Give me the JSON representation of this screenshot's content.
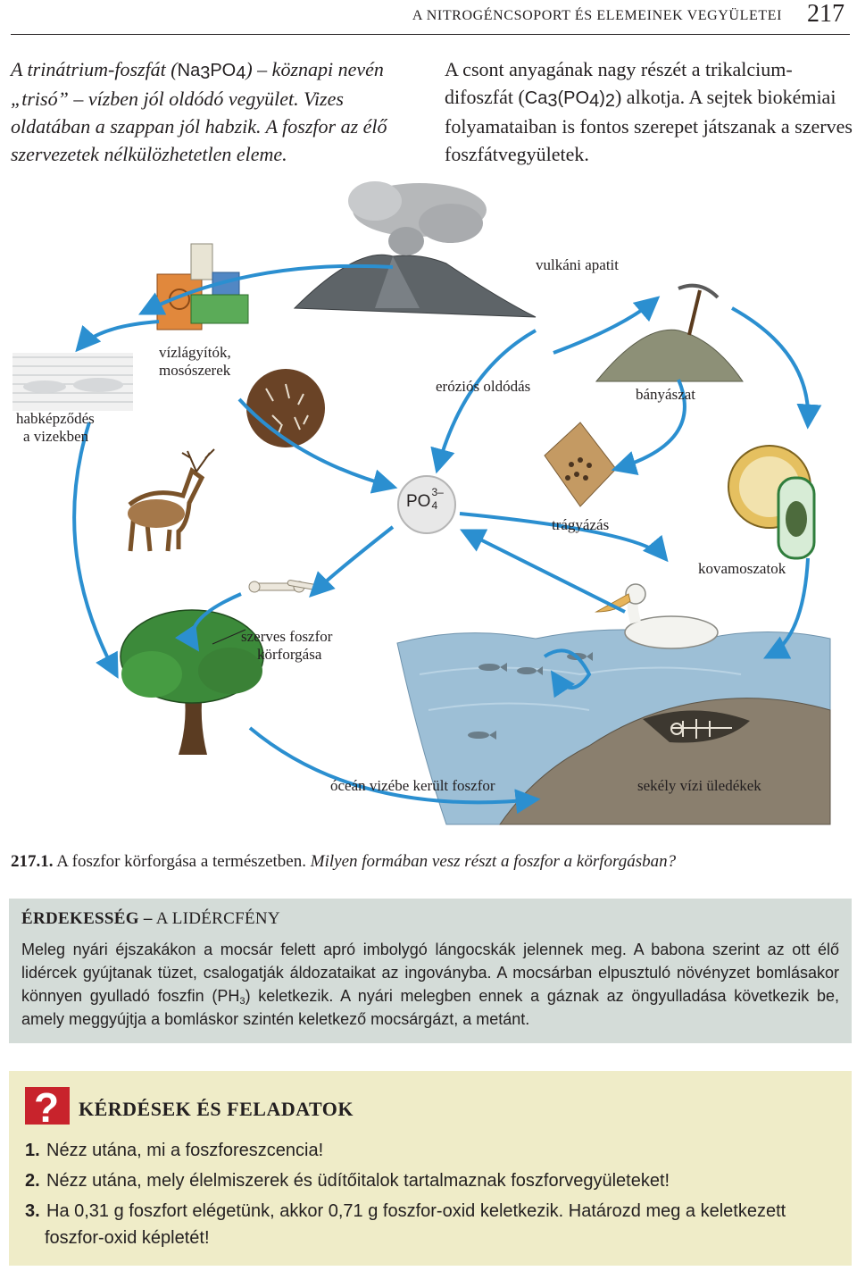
{
  "header": {
    "running_title": "A NITROGÉNCSOPORT ÉS ELEMEINEK VEGYÜLETEI",
    "page_number": "217"
  },
  "intro_left": {
    "t1": "A trinátrium-foszfát (",
    "f1": "Na",
    "s1": "3",
    "f2": "PO",
    "s2": "4",
    "t2": ") – köznapi nevén „trisó” – vízben jól oldódó vegyület. Vizes oldatában a szappan jól habzik. A foszfor az élő szervezetek nélkülözhetetlen eleme."
  },
  "intro_right": {
    "t1": "A csont anyagának nagy részét a trikalcium-difoszfát (",
    "f1": "Ca",
    "s1": "3",
    "f2": "(PO",
    "s2": "4",
    "f3": ")",
    "s3": "2",
    "t2": ") alkotja. A sejtek biokémiai folyamataiban is fontos szerepet játszanak a szerves foszfátvegyületek."
  },
  "diagram": {
    "labels": {
      "volcanic_apatite": "vulkáni apatit",
      "softeners_1": "vízlágyítók,",
      "softeners_2": "mosószerek",
      "foaming_1": "habképződés",
      "foaming_2": "a vizekben",
      "erosion": "eróziós oldódás",
      "mining": "bányászat",
      "fertilizing": "trágyázás",
      "diatoms": "kovamoszatok",
      "organic_1": "szerves foszfor",
      "organic_2": "körforgása",
      "ocean": "óceán vizébe került foszfor",
      "sediments": "sekély vízi üledékek",
      "phosphate_base": "PO",
      "phosphate_sub": "4",
      "phosphate_sup": "3–"
    }
  },
  "caption": {
    "number": "217.1.",
    "text": "A foszfor körforgása a természetben.",
    "question": "Milyen formában vesz részt a foszfor a körforgásban?"
  },
  "interest": {
    "label": "ÉRDEKESSÉG –",
    "title": "A LIDÉRCFÉNY",
    "t1": "Meleg nyári éjszakákon a mocsár felett apró imbolygó lángocskák jelennek meg. A babona szerint az ott élő lidércek gyújtanak tüzet, csalogatják áldozataikat az ingoványba. A mocsárban elpusztuló növényzet bomlásakor könnyen gyulladó foszfin (",
    "f1": "PH",
    "s1": "3",
    "t2": ") keletkezik. A nyári melegben ennek a gáznak az öngyulladása következik be, amely meggyújtja a bomláskor szintén keletkező mocsárgázt, a metánt."
  },
  "tasks": {
    "icon": "?",
    "title": "KÉRDÉSEK ÉS FELADATOK",
    "items": [
      {
        "num": "1.",
        "text": "Nézz utána, mi a foszforeszcencia!"
      },
      {
        "num": "2.",
        "text": "Nézz utána, mely élelmiszerek és üdítőitalok tartalmaznak foszforvegyületeket!"
      },
      {
        "num": "3.",
        "text": "Ha 0,31 g foszfort elégetünk, akkor 0,71 g foszfor-oxid keletkezik. Határozd meg a keletkezett foszfor-oxid képletét!"
      }
    ]
  },
  "colors": {
    "arrow": "#2b8fd0",
    "interest_bg": "#d4dcd8",
    "tasks_bg": "#efecc8",
    "question_red": "#c8232c",
    "water": "#8fb6cf",
    "tree_green": "#3c8a3a"
  }
}
